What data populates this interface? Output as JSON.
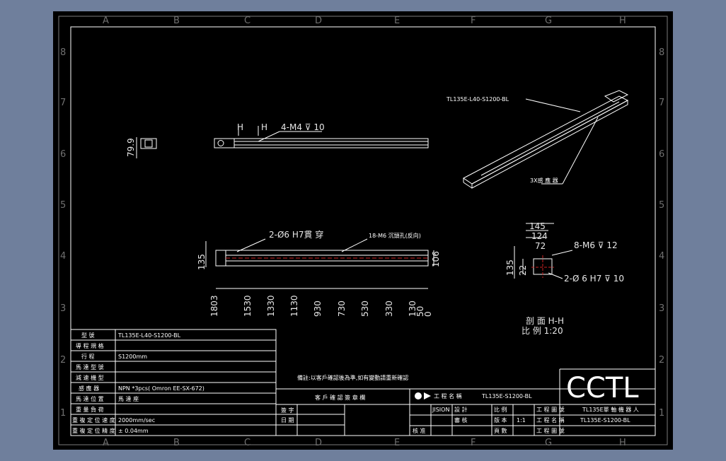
{
  "colors": {
    "background": "#6f7f9c",
    "sheet": "#000000",
    "line": "#ffffff",
    "border_ink": "#7a7a7a",
    "hidden": "#cc2222"
  },
  "grid": {
    "columns": [
      "A",
      "B",
      "C",
      "D",
      "E",
      "F",
      "G",
      "H"
    ],
    "rows": [
      "8",
      "7",
      "6",
      "5",
      "4",
      "3",
      "2",
      "1"
    ]
  },
  "views": {
    "side_dims": {
      "height": "79.9"
    },
    "front_dims": {
      "h_label_1": "H",
      "h_label_2": "H",
      "holes": "4-M4 ⊽ 10"
    },
    "iso_dims": {
      "model_callout": "TL135E-L40-S1200-BL",
      "sensor_callout": "3X感 應 器"
    },
    "top_dims": {
      "pin_holes": "2-Ø6 H7貫 穿",
      "counterbore": "18-M6 沉頭孔(反向)",
      "height": "135",
      "width": "106",
      "x_positions": [
        "1803",
        "1530",
        "1330",
        "1130",
        "930",
        "730",
        "530",
        "330",
        "130",
        "50",
        "0"
      ]
    },
    "section": {
      "dims": [
        "145",
        "124",
        "72",
        "22",
        "135"
      ],
      "holes_m6": "8-M6 ⊽ 12",
      "pins": "2-Ø 6  H7 ⊽ 10",
      "title": "剖 面 H-H",
      "scale": "比 例 1:20"
    }
  },
  "spec_table": {
    "rows": [
      {
        "label": "型 號",
        "value": "TL135E-L40-S1200-BL"
      },
      {
        "label": "導 程 規 格",
        "value": ""
      },
      {
        "label": "行 程",
        "value": "S1200mm"
      },
      {
        "label": "馬 達 型 號",
        "value": ""
      },
      {
        "label": "減 速 機 型",
        "value": ""
      },
      {
        "label": "感 應 器",
        "value": "NPN *3pcs( Omron EE-SX-672)"
      },
      {
        "label": "馬 達 位 置",
        "value": "馬 達 座"
      },
      {
        "label": "重 量 負 荷",
        "value": ""
      },
      {
        "label": "重 複 定 位 速 度",
        "value": "2000mm/sec"
      },
      {
        "label": "重 複 定 位 精 度",
        "value": "± 0.04mm"
      }
    ]
  },
  "title_block": {
    "note": "備註:以客戶確認後為準,如有變動請重新確認",
    "customer_confirm": "客 戶 確 認 簽 章 欄",
    "sign_label": "簽 字",
    "date_label": "日 期",
    "drawing_no_label": "工 程 名 稱",
    "model": "TL135E-S1200-BL",
    "units": "JISION",
    "company_logo": "CCTL",
    "product_name": "TL135E單 軸 機 器 人",
    "part_no": "TL135E-S1200-BL",
    "cells": [
      "設 計",
      "審 核",
      "核 准",
      "比 例",
      "版 本",
      "頁 數",
      "工 程 圖 號",
      "工 程 名 稱",
      "1:1",
      "工 程 圖 號"
    ]
  }
}
